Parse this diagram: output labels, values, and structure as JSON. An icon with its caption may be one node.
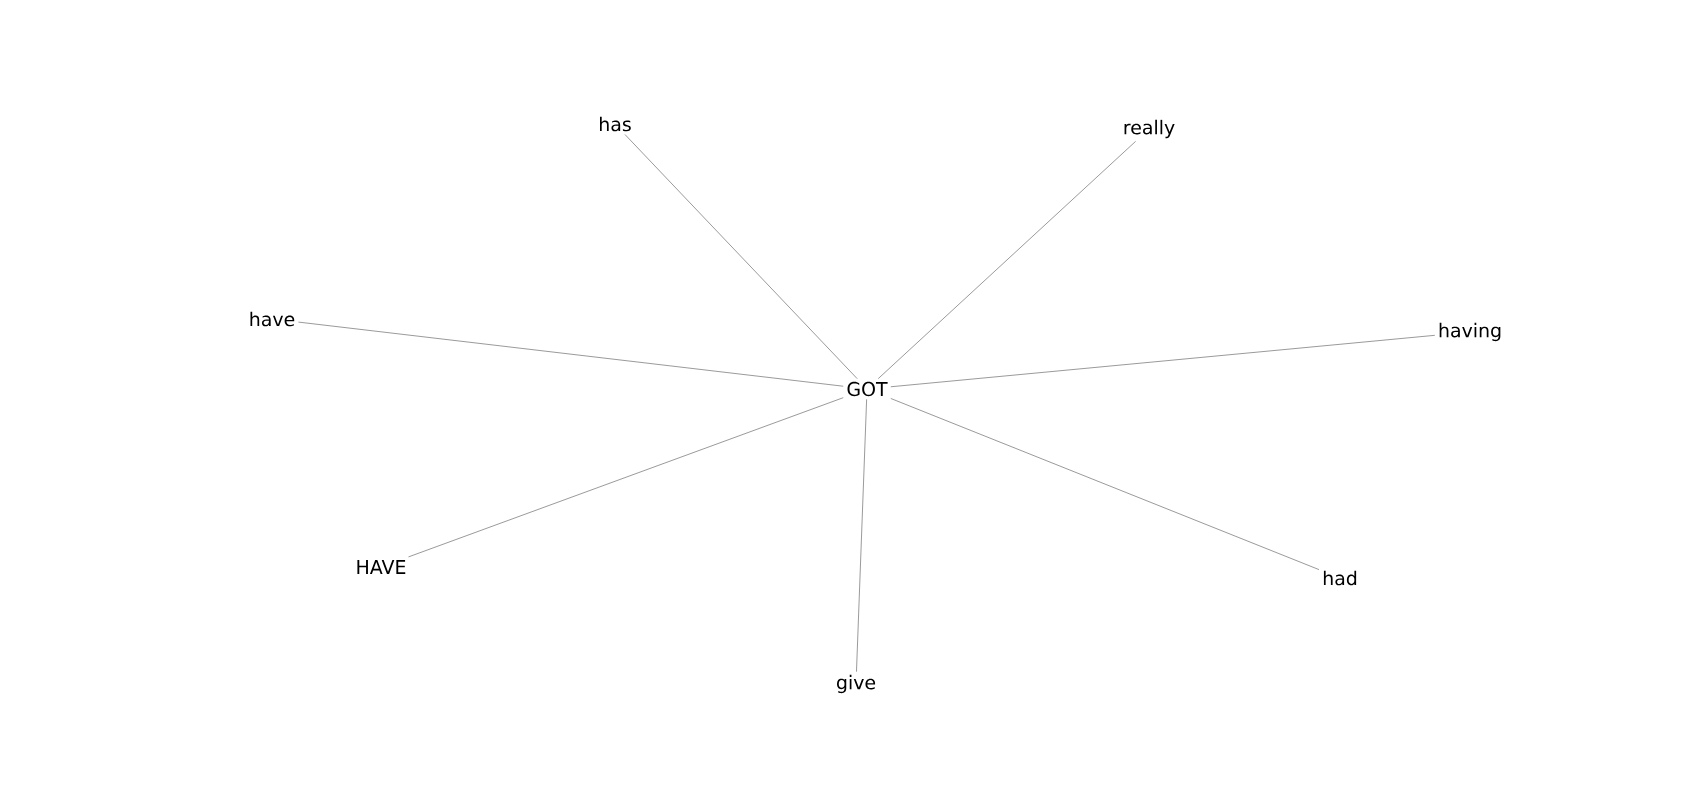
{
  "diagram": {
    "nodes": [
      {
        "text": [
          "has"
        ]
      },
      {
        "text": [
          "really"
        ]
      },
      {
        "text": [
          "have"
        ]
      },
      {
        "text": [
          "having"
        ]
      },
      {
        "text": [
          "GOT"
        ]
      },
      {
        "text": [
          "HAVE"
        ]
      },
      {
        "text": [
          "had"
        ]
      },
      {
        "text": [
          "give"
        ]
      }
    ],
    "edges": [
      {
        "from": 4,
        "to": 0,
        "arrow": "none"
      },
      {
        "from": 4,
        "to": 1,
        "arrow": "none"
      },
      {
        "from": 4,
        "to": 2,
        "arrow": "none"
      },
      {
        "from": 4,
        "to": 3,
        "arrow": "none"
      },
      {
        "from": 4,
        "to": 5,
        "arrow": "none"
      },
      {
        "from": 4,
        "to": 6,
        "arrow": "none"
      },
      {
        "from": 4,
        "to": 7,
        "arrow": "none"
      }
    ]
  }
}
